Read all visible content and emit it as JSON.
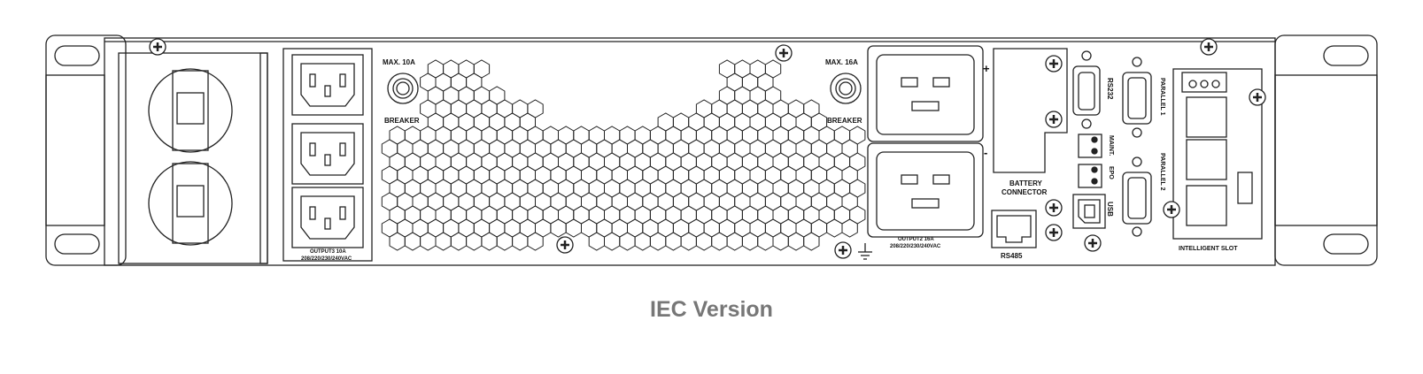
{
  "labels": {
    "max10a": "MAX. 10A",
    "breaker1": "BREAKER",
    "max16a": "MAX. 16A",
    "breaker2": "BREAKER",
    "output3": "OUTPUT3  10A",
    "output3_v": "208/220/230/240VAC",
    "output2": "OUTPUT2  16A",
    "output2_v": "208/220/230/240VAC",
    "plus": "+",
    "minus": "-",
    "battery1": "BATTERY",
    "battery2": "CONNECTOR",
    "rs232": "RS232",
    "rs485": "RS485",
    "maint": "MAINT.",
    "epo": "EPO",
    "usb": "USB",
    "parallel1": "PARALLEL 1",
    "parallel2": "PARALLEL 2",
    "intelligent_slot": "INTELLIGENT SLOT"
  },
  "caption": "IEC Version"
}
